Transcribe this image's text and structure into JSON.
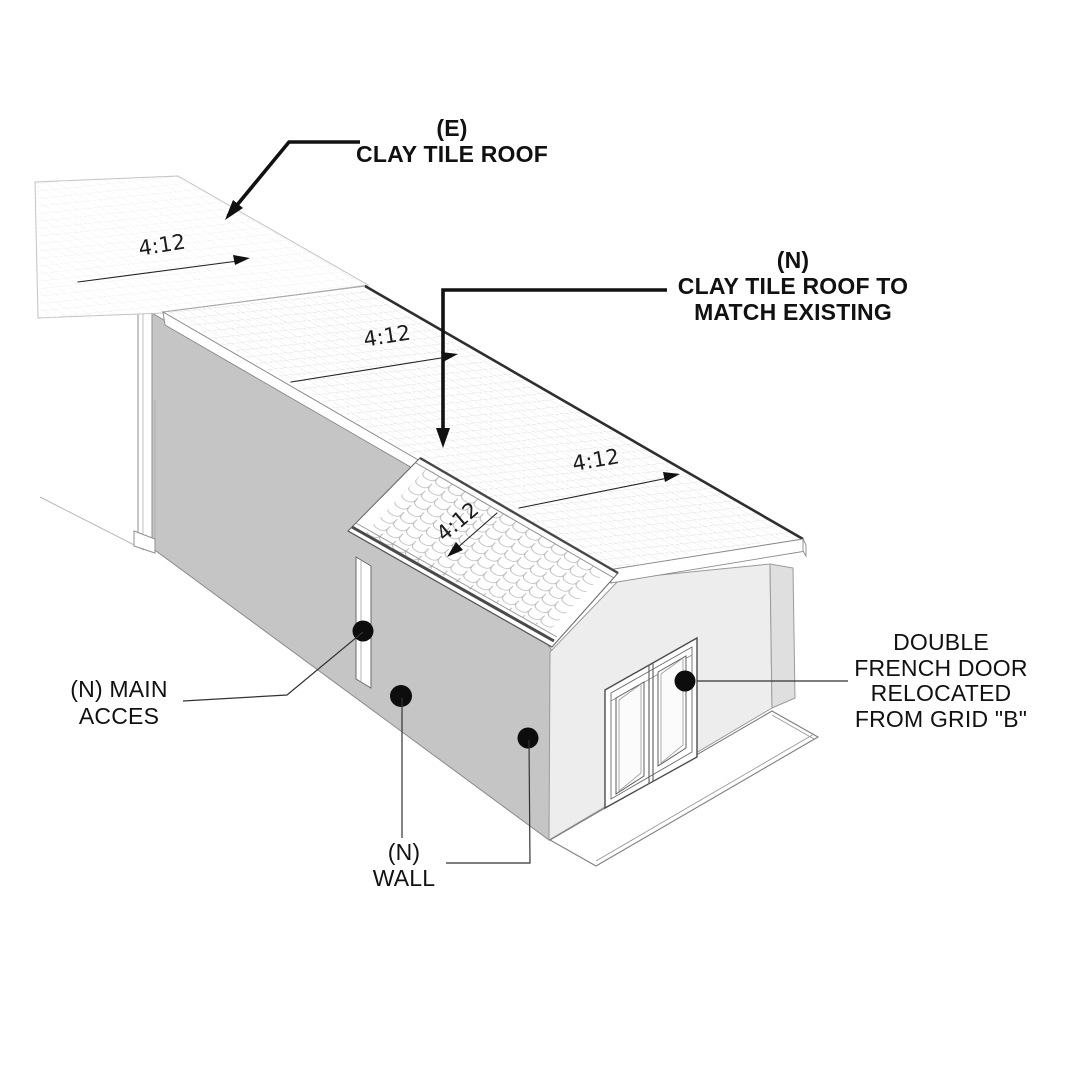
{
  "drawing": {
    "type": "axonometric-architectural-callout-view",
    "callouts": {
      "existing_roof": {
        "line1": "(E)",
        "line2": "CLAY TILE ROOF"
      },
      "new_roof": {
        "line1": "(N)",
        "line2": "CLAY TILE ROOF TO",
        "line3": "MATCH EXISTING"
      },
      "main_access": {
        "line1": "(N) MAIN",
        "line2": "ACCES"
      },
      "french_door": {
        "line1": "DOUBLE",
        "line2": "FRENCH DOOR",
        "line3": "RELOCATED",
        "line4": "FROM GRID \"B\""
      },
      "new_wall": {
        "line1": "(N)",
        "line2": "WALL"
      }
    },
    "slope_annotations": [
      {
        "text": "4:12",
        "location": "existing-roof"
      },
      {
        "text": "4:12",
        "location": "new-roof-upper"
      },
      {
        "text": "4:12",
        "location": "new-roof-lower"
      },
      {
        "text": "4:12",
        "location": "porch-gable-roof"
      }
    ],
    "colors": {
      "background": "#ffffff",
      "wall_shaded": "#c5c5c5",
      "wall_light": "#ededed",
      "wall_return": "#dfdfdf",
      "roof_tile_line": "#dedede",
      "roof_tile_line_faint": "#ececec",
      "outline": "#555555",
      "heavy_line": "#2e2e2e",
      "callout_dot": "#0d0d0d"
    }
  }
}
